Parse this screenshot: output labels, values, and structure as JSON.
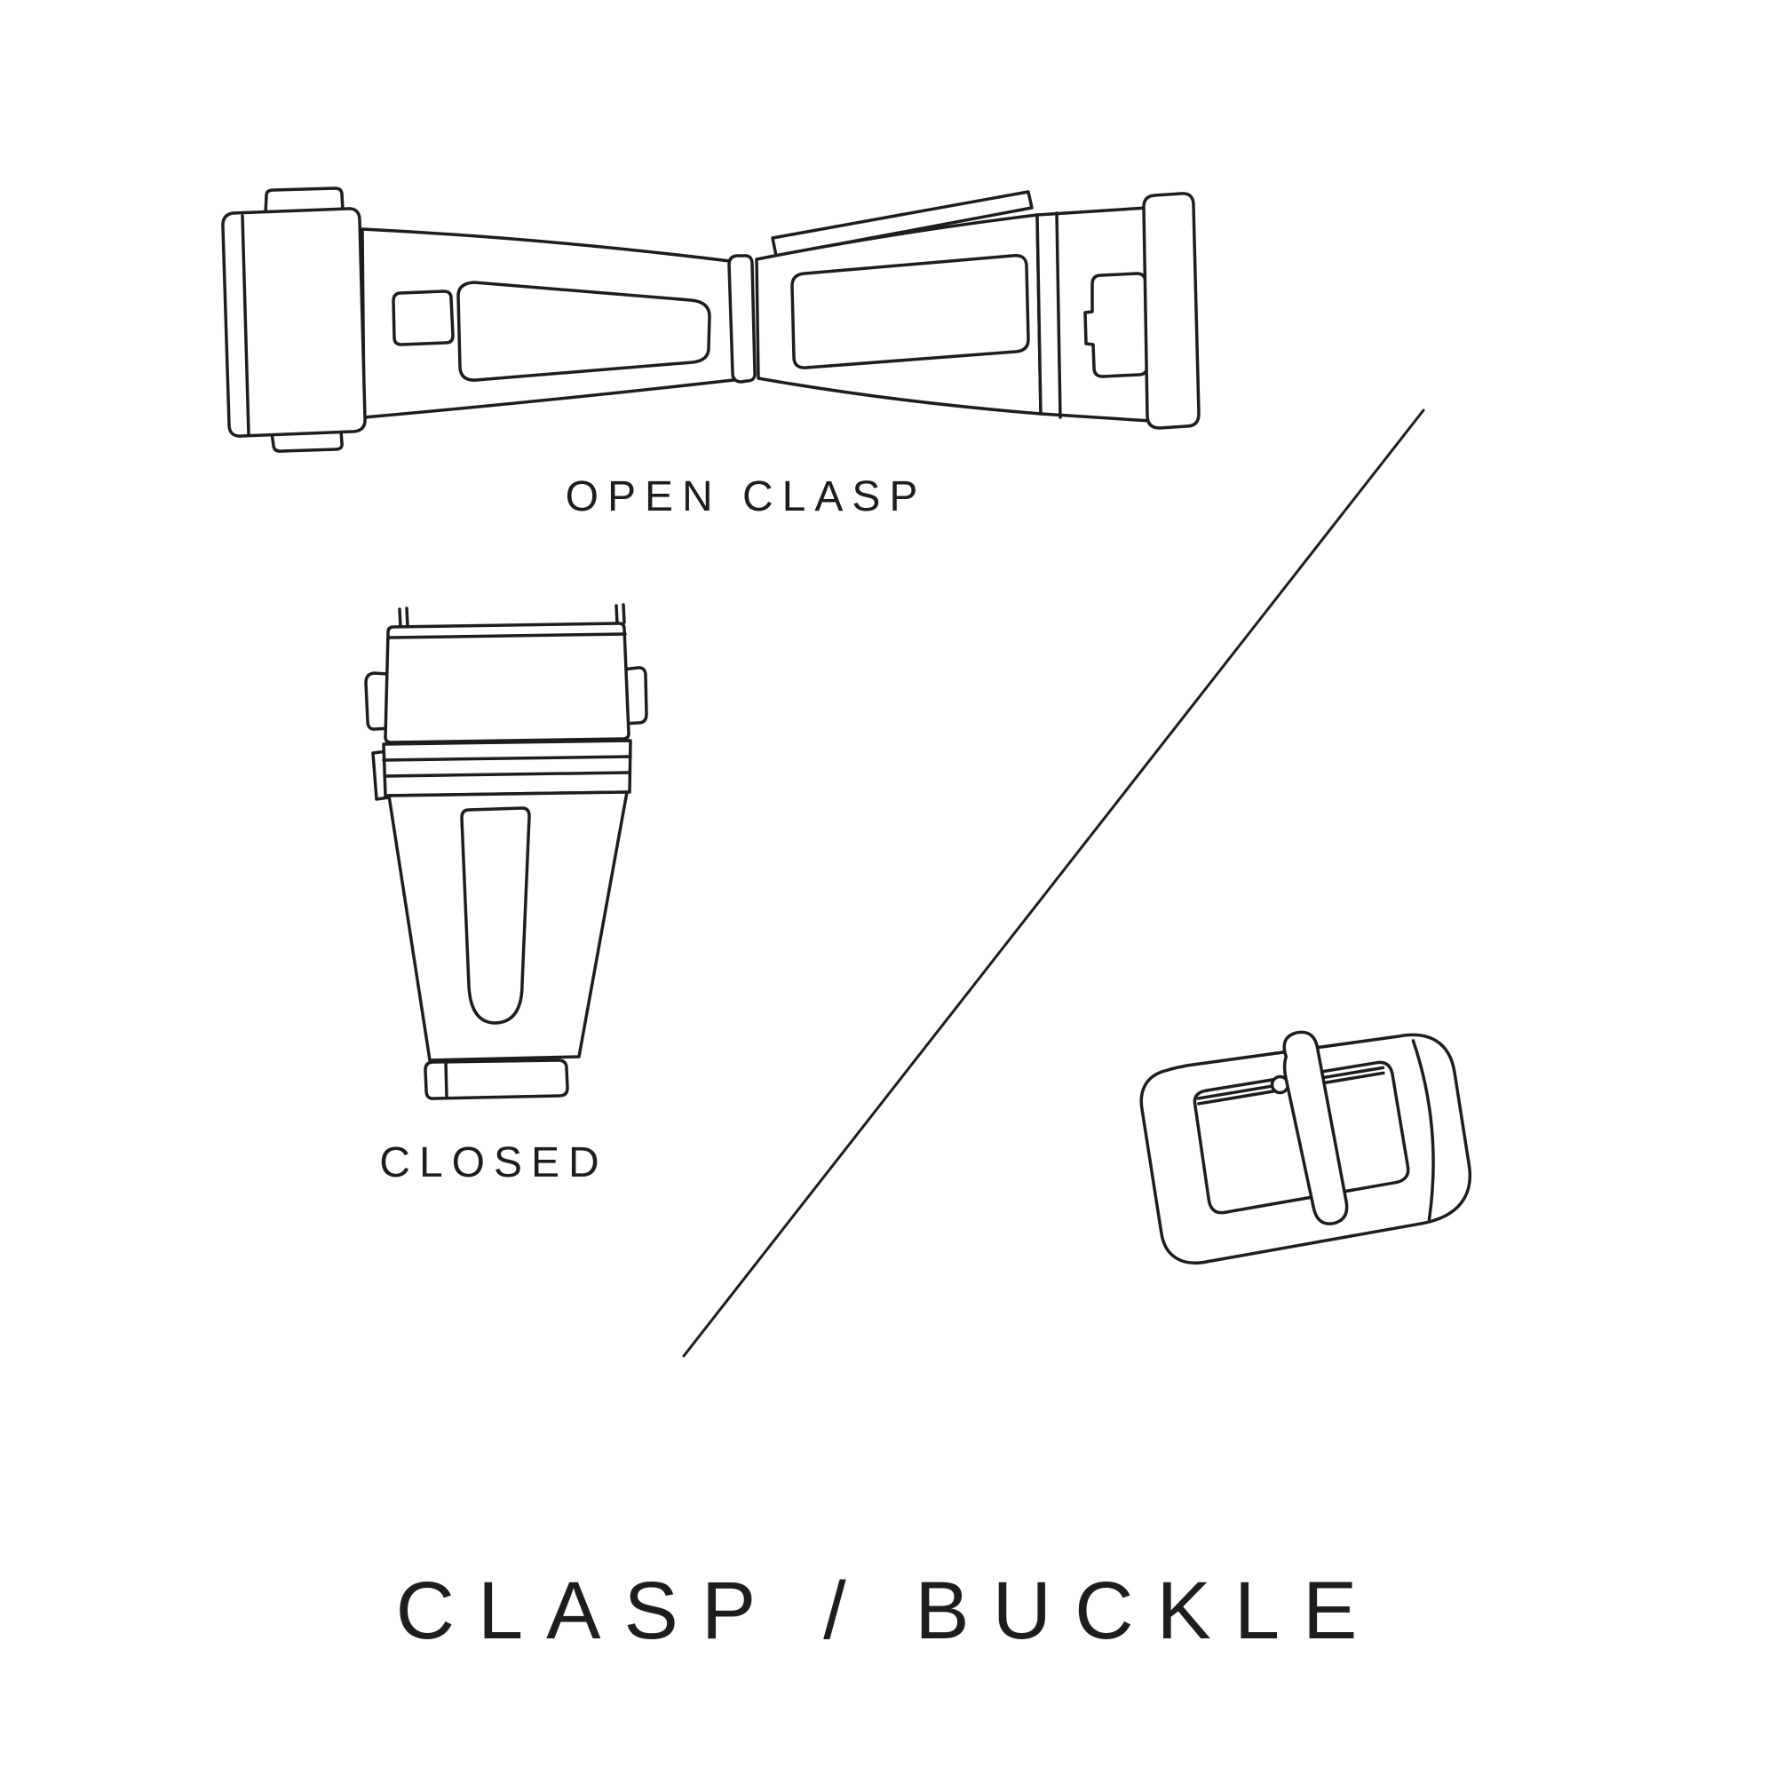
{
  "page": {
    "background_color": "#ffffff",
    "ink_color": "#1d1d1f",
    "title": "CLASP / BUCKLE"
  },
  "labels": {
    "open_clasp": "OPEN CLASP",
    "closed": "CLOSED"
  },
  "illustrations": [
    {
      "name": "open-clasp-illustration"
    },
    {
      "name": "closed-clasp-illustration"
    },
    {
      "name": "tang-buckle-illustration"
    },
    {
      "name": "diagonal-divider-line"
    }
  ]
}
